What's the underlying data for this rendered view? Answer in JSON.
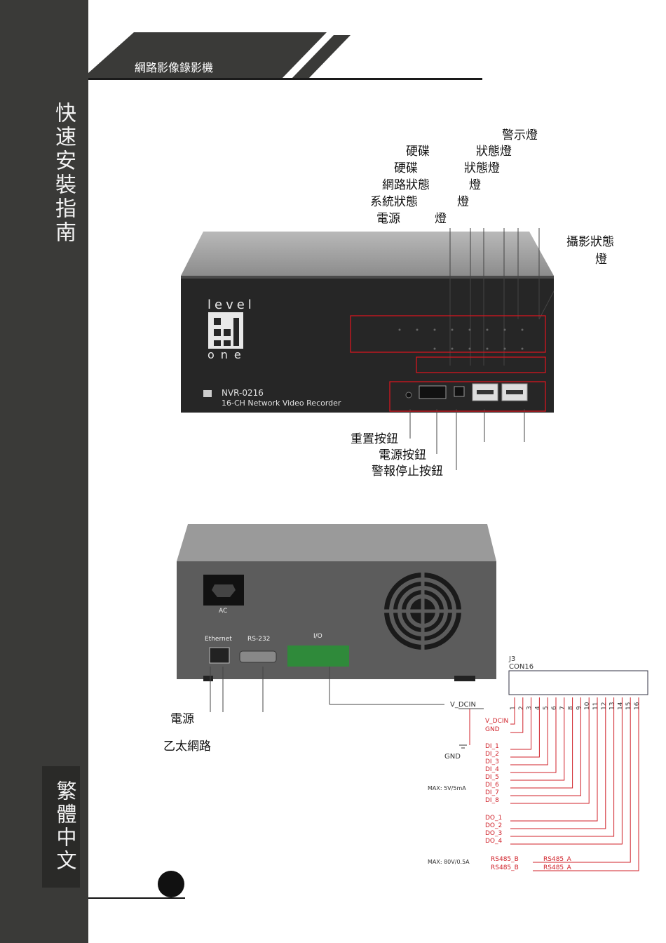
{
  "sidebar": {
    "guide_title": "快速安裝指南",
    "language": "繁體中文"
  },
  "header": {
    "title": "網路影像錄影機"
  },
  "front_panel": {
    "brand_top": "level",
    "brand_bottom": "one",
    "model": "NVR-0216",
    "model_desc": "16-CH Network Video Recorder",
    "labels": {
      "warning_led": "警示燈",
      "hdd_led_1_a": "硬碟",
      "hdd_led_1_b": "狀態燈",
      "hdd_led_2_a": "硬碟",
      "hdd_led_2_b": "狀態燈",
      "network_led_a": "網路狀態",
      "network_led_b": "燈",
      "system_led_a": "系統狀態",
      "system_led_b": "燈",
      "power_led_a": "電源",
      "power_led_b": "燈",
      "camera_led_a": "攝影狀態",
      "camera_led_b": "燈",
      "reset_button": "重置按鈕",
      "power_button": "電源按鈕",
      "alarm_stop_button": "警報停止按鈕"
    }
  },
  "rear_panel": {
    "labels": {
      "power": "電源",
      "ethernet": "乙太網路"
    },
    "port_ac": "AC",
    "port_ethernet": "Ethernet",
    "port_rs232": "RS-232",
    "port_io": "I/O"
  },
  "schematic": {
    "ref": "J3",
    "part": "CON16",
    "pins": [
      "1",
      "2",
      "3",
      "4",
      "5",
      "6",
      "7",
      "8",
      "9",
      "10",
      "11",
      "12",
      "13",
      "14",
      "15",
      "16"
    ],
    "vdcin": "V_DCIN",
    "gnd": "GND",
    "signals": [
      "V_DCIN",
      "GND",
      "DI_1",
      "DI_2",
      "DI_3",
      "DI_4",
      "DI_5",
      "DI_6",
      "DI_7",
      "DI_8",
      "DO_1",
      "DO_2",
      "DO_3",
      "DO_4",
      "RS485_A",
      "RS485_B",
      "RS485_A",
      "RS485_B"
    ],
    "note_di": "MAX: 5V/5mA",
    "note_do": "MAX: 80V/0.5A"
  },
  "colors": {
    "sidebar": "#3a3a38",
    "schematic_red": "#d0222a",
    "led_box": "#e0141e"
  }
}
